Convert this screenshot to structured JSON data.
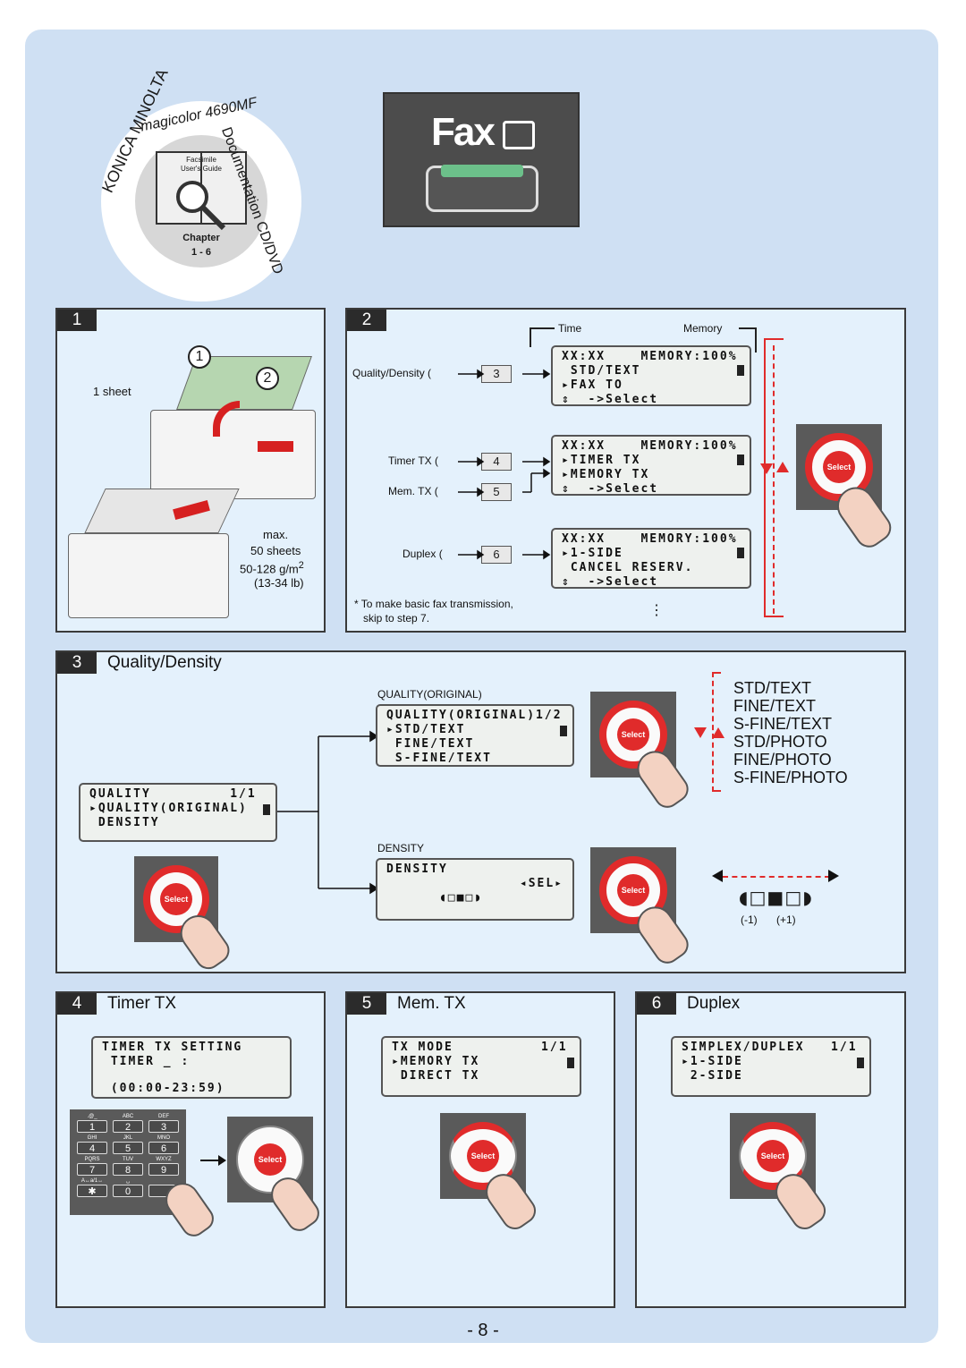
{
  "manual_badge": {
    "brand_arc": "KONICA MINOLTA",
    "product_arc": "magicolor 4690MF",
    "doc_arc": "Documentation CD/DVD",
    "book_title_line1": "Facsimile",
    "book_title_line2": "User's Guide",
    "chapter_label": "Chapter",
    "chapter_value": "1 - 6"
  },
  "fax_key": {
    "label": "Fax",
    "led_color": "#6cc08a"
  },
  "step1": {
    "number": "1",
    "sheet_label": "1 sheet",
    "circle1": "1",
    "circle2": "2",
    "max_label": "max.",
    "max_sheets": "50 sheets",
    "paper_weight": "50-128 g/m",
    "paper_weight_sup": "2",
    "paper_lb": "(13-34 lb)"
  },
  "step2": {
    "number": "2",
    "time_label": "Time",
    "memory_label": "Memory",
    "rows": [
      {
        "label": "Quality/Density (",
        "key": "3"
      },
      {
        "label": "Timer TX (",
        "key": "4"
      },
      {
        "label": "Mem. TX (",
        "key": "5"
      },
      {
        "label": "Duplex (",
        "key": "6"
      }
    ],
    "lcd1": [
      "XX:XX    MEMORY:100%",
      " STD/TEXT",
      "FAX TO",
      "  ->Select"
    ],
    "lcd2": [
      "XX:XX    MEMORY:100%",
      "TIMER TX",
      "MEMORY TX",
      "  ->Select"
    ],
    "lcd3": [
      "XX:XX    MEMORY:100%",
      "1-SIDE",
      " CANCEL RESERV.",
      "  ->Select"
    ],
    "footnote_line1": "* To make basic fax transmission,",
    "footnote_line2": "skip to step 7.",
    "ellipsis": "⋮"
  },
  "step3": {
    "number": "3",
    "title": "Quality/Density",
    "main_lcd": [
      "QUALITY         1/1",
      "QUALITY(ORIGINAL)",
      " DENSITY"
    ],
    "quality_heading": "QUALITY(ORIGINAL)",
    "quality_lcd": [
      "QUALITY(ORIGINAL)1/2",
      "STD/TEXT",
      " FINE/TEXT",
      " S-FINE/TEXT"
    ],
    "density_heading": "DENSITY",
    "density_lcd": [
      "DENSITY",
      "SEL"
    ],
    "options": [
      "STD/TEXT",
      "FINE/TEXT",
      "S-FINE/TEXT",
      "STD/PHOTO",
      "FINE/PHOTO",
      "S-FINE/PHOTO"
    ],
    "density_minus": "(-1)",
    "density_plus": "(+1)"
  },
  "step4": {
    "number": "4",
    "title": "Timer TX",
    "lcd": [
      "TIMER TX SETTING",
      " TIMER _ :",
      "",
      " (00:00-23:59)"
    ],
    "keypad": [
      {
        "sub": ".@_",
        "key": "1"
      },
      {
        "sub": "ABC",
        "key": "2"
      },
      {
        "sub": "DEF",
        "key": "3"
      },
      {
        "sub": "GHI",
        "key": "4"
      },
      {
        "sub": "JKL",
        "key": "5"
      },
      {
        "sub": "MNO",
        "key": "6"
      },
      {
        "sub": "PQRS",
        "key": "7"
      },
      {
        "sub": "TUV",
        "key": "8"
      },
      {
        "sub": "WXYZ",
        "key": "9"
      },
      {
        "sub": "A↔a/1↔",
        "key": "✱"
      },
      {
        "sub": "␣",
        "key": "0"
      },
      {
        "sub": "",
        "key": ""
      }
    ]
  },
  "step5": {
    "number": "5",
    "title": "Mem. TX",
    "lcd": [
      "TX MODE          1/1",
      "MEMORY TX",
      " DIRECT TX"
    ]
  },
  "step6": {
    "number": "6",
    "title": "Duplex",
    "lcd": [
      "SIMPLEX/DUPLEX   1/1",
      "1-SIDE",
      " 2-SIDE"
    ]
  },
  "select_label": "Select",
  "page_number": "- 8 -",
  "colors": {
    "accent_red": "#e02b2b",
    "panel_bg": "#e4f1fc",
    "page_bg": "#cfe0f3"
  }
}
